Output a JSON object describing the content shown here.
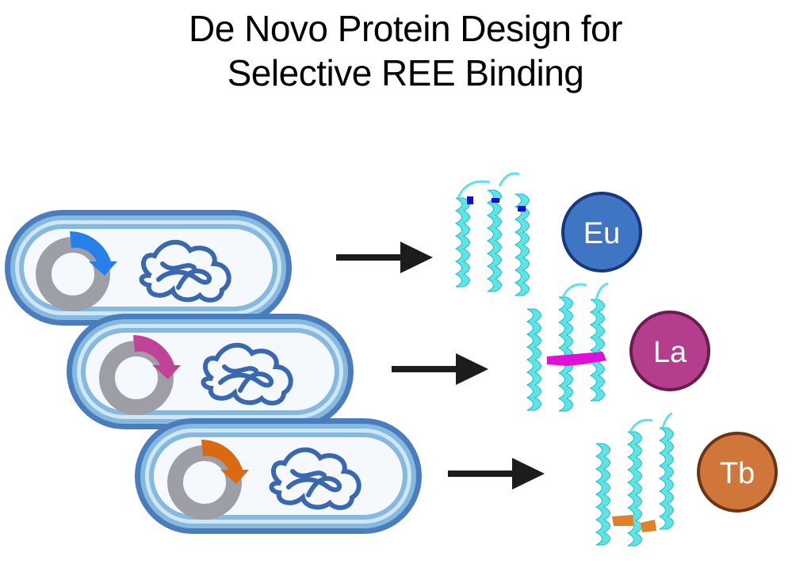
{
  "title": {
    "line1": "De Novo Protein Design for",
    "line2": "Selective REE Binding"
  },
  "rows": [
    {
      "id": "eu",
      "ion": "Eu",
      "plasmid_color": "#2680E8",
      "highlight_color": "#1010CC",
      "ion_fill": "#3F76C4",
      "ion_stroke": "#17377F"
    },
    {
      "id": "la",
      "ion": "La",
      "plasmid_color": "#C0439A",
      "highlight_color": "#E010D8",
      "ion_fill": "#B43D8E",
      "ion_stroke": "#6A1B4F"
    },
    {
      "id": "tb",
      "ion": "Tb",
      "plasmid_color": "#D96A10",
      "highlight_color": "#E08028",
      "ion_fill": "#D0763A",
      "ion_stroke": "#6E3315"
    }
  ],
  "colors": {
    "cell_outer": "#4A7DBD",
    "cell_mid": "#86B9DE",
    "cell_light": "#CFE6F6",
    "cell_fill": "#F5F9FE",
    "plasmid_gray": "#9E9EA6",
    "protein_coil": "#3A68B0",
    "helix": "#5EE3E6",
    "helix_dark": "#1EBFC6",
    "arrow": "#1C1C1C"
  }
}
